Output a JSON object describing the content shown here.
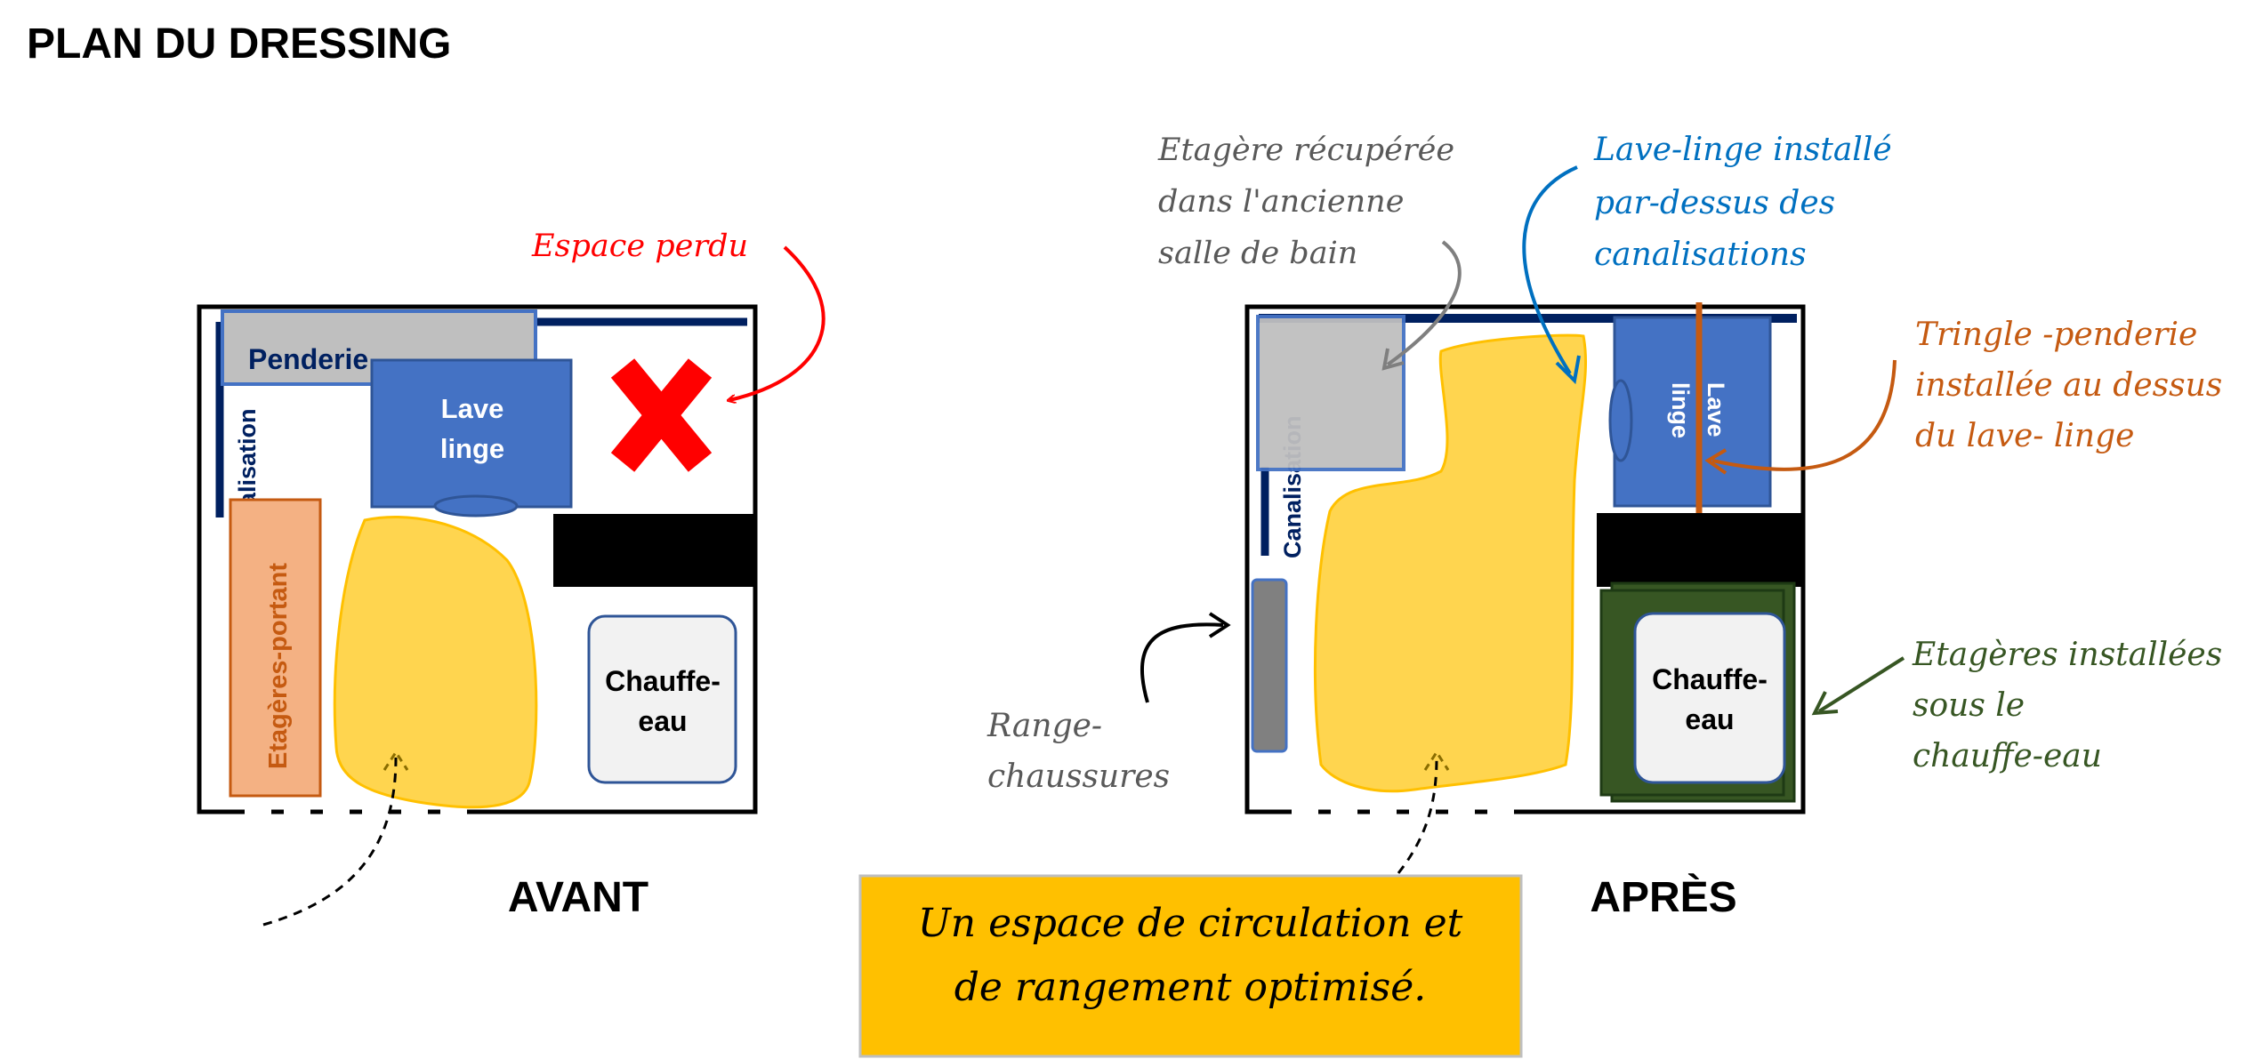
{
  "page": {
    "title": "PLAN DU DRESSING"
  },
  "before": {
    "caption": "AVANT",
    "wardrobe_label": "Penderie",
    "washer_label_line1": "Lave",
    "washer_label_line2": "linge",
    "pipe_label": "Canalisation",
    "shelves_label": "Etagères-portant",
    "heater_label_line1": "Chauffe-",
    "heater_label_line2": "eau",
    "wasted_space_label": "Espace perdu"
  },
  "after": {
    "caption": "APRÈS",
    "washer_label_line1": "Lave",
    "washer_label_line2": "linge",
    "pipe_label": "Canalisation",
    "heater_label_line1": "Chauffe-",
    "heater_label_line2": "eau",
    "note_recovered_shelf": [
      "Etagère récupérée",
      "dans l'ancienne",
      "salle de bain"
    ],
    "note_washer": [
      "Lave-linge installé",
      "par-dessus des",
      "canalisations"
    ],
    "note_rod": [
      "Tringle -penderie",
      "installée au dessus",
      "du lave- linge"
    ],
    "note_heater_shelves": [
      "Etagères installées",
      "sous le",
      "chauffe-eau"
    ],
    "note_shoe_rack": [
      "Range-",
      "chaussures"
    ]
  },
  "conclusion": {
    "line1": "Un espace de circulation et",
    "line2": "de rangement optimisé."
  },
  "colors": {
    "navy": "#002060",
    "blue": "#4472c4",
    "gray": "#bfbfbf",
    "orange": "#c55a11",
    "peach": "#f4b183",
    "yellow": "#ffd54f",
    "red": "#ff0000",
    "note_blue": "#0070c0",
    "green": "#375623",
    "box_gold": "#ffc000"
  }
}
